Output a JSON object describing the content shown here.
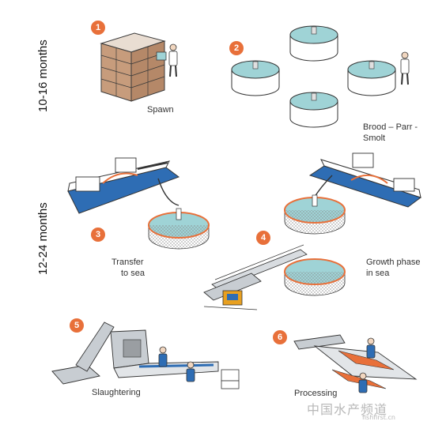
{
  "side_labels": {
    "upper": "10-16 months",
    "lower": "12-24 months"
  },
  "steps": [
    {
      "number": "1",
      "caption": "Spawn"
    },
    {
      "number": "2",
      "caption_line1": "Brood – Parr -",
      "caption_line2": "Smolt"
    },
    {
      "number": "3",
      "caption_line1": "Transfer",
      "caption_line2": "to sea"
    },
    {
      "number": "4",
      "caption_line1": "Growth phase",
      "caption_line2": "in sea"
    },
    {
      "number": "5",
      "caption": "Slaughtering"
    },
    {
      "number": "6",
      "caption": "Processing"
    }
  ],
  "watermark": {
    "text": "中国水产频道",
    "url": "fishfirst.cn"
  },
  "colors": {
    "badge": "#e8703a",
    "water": "#9fd3d6",
    "hull": "#2e6db4",
    "conveyor": "#c8cdd2",
    "fish": "#e8703a"
  }
}
